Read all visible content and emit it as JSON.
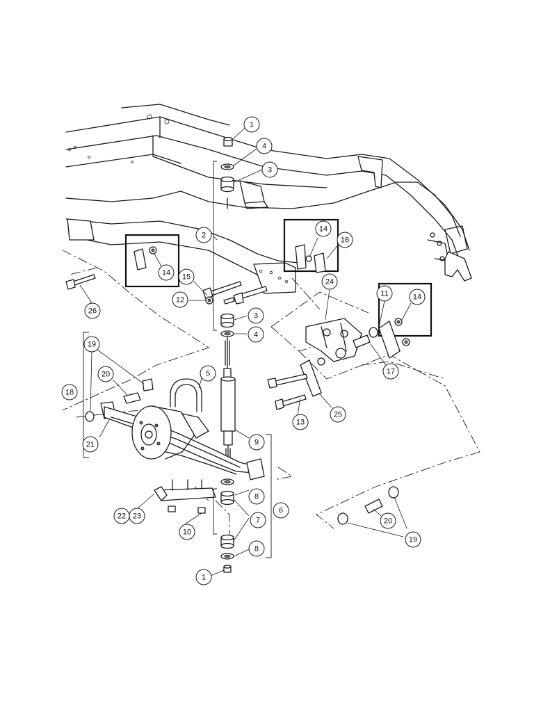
{
  "callouts": [
    {
      "id": "c1-top",
      "label": "1"
    },
    {
      "id": "c4-top",
      "label": "4"
    },
    {
      "id": "c3-top",
      "label": "3"
    },
    {
      "id": "c2",
      "label": "2"
    },
    {
      "id": "c14-left",
      "label": "14"
    },
    {
      "id": "c14-mid",
      "label": "14"
    },
    {
      "id": "c16",
      "label": "16"
    },
    {
      "id": "c15",
      "label": "15"
    },
    {
      "id": "c12",
      "label": "12"
    },
    {
      "id": "c26",
      "label": "26"
    },
    {
      "id": "c3-mid",
      "label": "3"
    },
    {
      "id": "c4-mid",
      "label": "4"
    },
    {
      "id": "c24",
      "label": "24"
    },
    {
      "id": "c11",
      "label": "11"
    },
    {
      "id": "c14-right",
      "label": "14"
    },
    {
      "id": "c17",
      "label": "17"
    },
    {
      "id": "c19-left",
      "label": "19"
    },
    {
      "id": "c20-left",
      "label": "20"
    },
    {
      "id": "c18",
      "label": "18"
    },
    {
      "id": "c21",
      "label": "21"
    },
    {
      "id": "c5",
      "label": "5"
    },
    {
      "id": "c13",
      "label": "13"
    },
    {
      "id": "c25",
      "label": "25"
    },
    {
      "id": "c9",
      "label": "9"
    },
    {
      "id": "c6",
      "label": "6"
    },
    {
      "id": "c8-mid",
      "label": "8"
    },
    {
      "id": "c7",
      "label": "7"
    },
    {
      "id": "c8-bot",
      "label": "8"
    },
    {
      "id": "c22",
      "label": "22"
    },
    {
      "id": "c23",
      "label": "23"
    },
    {
      "id": "c10",
      "label": "10"
    },
    {
      "id": "c1-bot",
      "label": "1"
    },
    {
      "id": "c20-right",
      "label": "20"
    },
    {
      "id": "c19-right",
      "label": "19"
    }
  ]
}
